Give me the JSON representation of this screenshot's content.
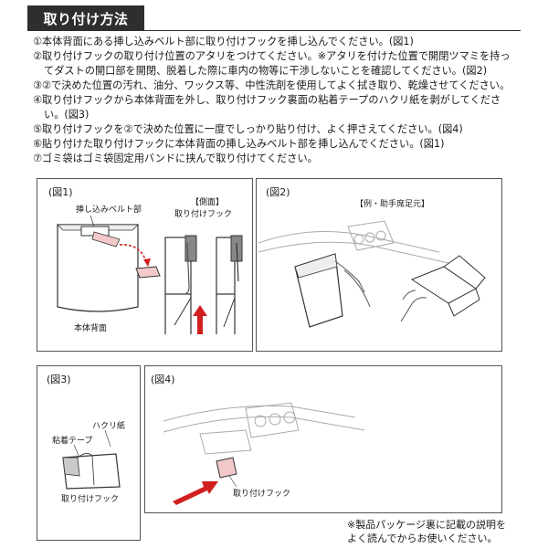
{
  "header": {
    "title": "取り付け方法"
  },
  "steps": [
    "①本体背面にある挿し込みベルト部に取り付けフックを挿し込んでください。(図1)",
    "②取り付けフックの取り付け位置のアタリをつけてください。※アタリを付けた位置で開閉ツマミを持っ",
    "てダストの開口部を開閉、脱着した際に車内の物等に干渉しないことを確認してください。(図2)",
    "③②で決めた位置の汚れ、油分、ワックス等、中性洗剤を使用してよく拭き取り、乾燥させてください。",
    "④取り付けフックから本体背面を外し、取り付けフック裏面の粘着テープのハクリ紙を剥がしてくださ",
    "い。(図3)",
    "⑤取り付けフックを②で決めた位置に一度でしっかり貼り付け、よく押さえてください。(図4)",
    "⑥貼り付けた取り付けフックに本体背面の挿し込みベルト部を挿し込んでください。(図1)",
    "⑦ゴミ袋はゴミ袋固定用バンドに挟んで取り付けてください。"
  ],
  "fig1": {
    "label": "(図1)",
    "belt_label": "挿し込みベルト部",
    "side_label": "【側面】",
    "hook_label": "取り付けフック",
    "back_label": "本体背面"
  },
  "fig2": {
    "label": "(図2)",
    "example_label": "【例・助手席足元】"
  },
  "fig3": {
    "label": "(図3)",
    "peel_label": "ハクリ紙",
    "tape_label": "粘着テープ",
    "hook_label": "取り付けフック"
  },
  "fig4": {
    "label": "(図4)",
    "hook_label": "取り付けフック"
  },
  "note": {
    "line1": "※製品パッケージ裏に記載の説明を",
    "line2": "よく読んでからお使いください。"
  },
  "colors": {
    "arrow": "#d11f1f",
    "header_bg": "#2e2e2e",
    "hook_fill": "#f2c8c8"
  }
}
